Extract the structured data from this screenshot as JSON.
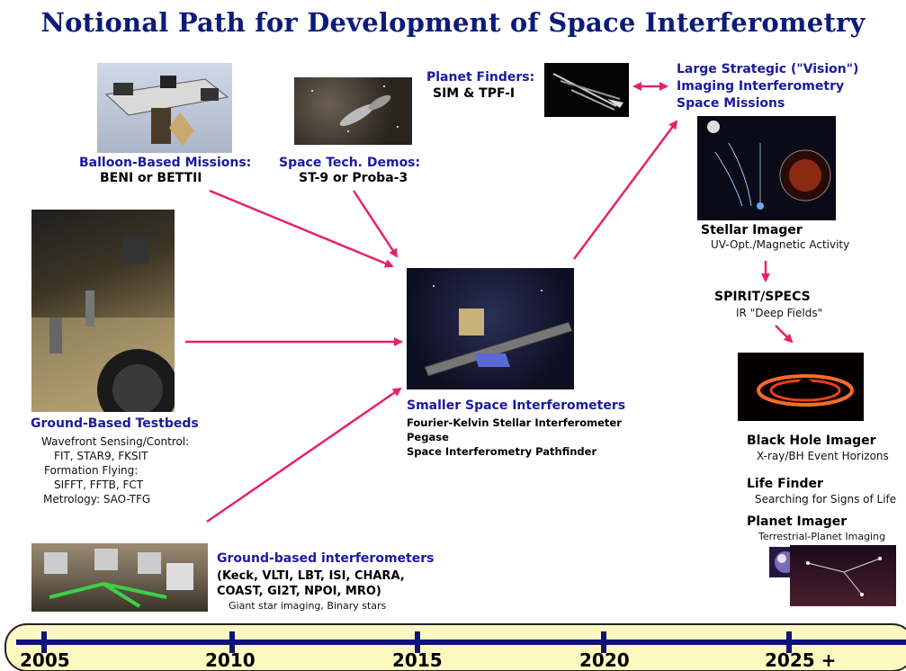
{
  "title": "Notional Path for Development of Space Interferometry",
  "balloon": {
    "heading": "Balloon-Based Missions:",
    "sub": "BENI or BETTII"
  },
  "space_tech": {
    "heading": "Space Tech. Demos:",
    "sub": "ST-9 or Proba-3"
  },
  "planet_finders": {
    "heading": "Planet Finders:",
    "sub": "SIM & TPF-I"
  },
  "vision": {
    "line1": "Large Strategic (\"Vision\")",
    "line2": "Imaging Interferometry",
    "line3": "Space Missions"
  },
  "stellar_imager": {
    "heading": "Stellar Imager",
    "sub": "UV-Opt./Magnetic Activity"
  },
  "spirit": {
    "heading": "SPIRIT/SPECS",
    "sub": "IR \"Deep Fields\""
  },
  "black_hole": {
    "heading": "Black Hole Imager",
    "sub": "X-ray/BH Event Horizons"
  },
  "life_finder": {
    "heading": "Life Finder",
    "sub": "Searching for Signs of Life"
  },
  "planet_imager": {
    "heading": "Planet Imager",
    "sub": "Terrestrial-Planet Imaging"
  },
  "ground_testbeds": {
    "heading": "Ground-Based Testbeds",
    "lines": [
      "Wavefront Sensing/Control:",
      "FIT, STAR9, FKSIT",
      "Formation Flying:",
      "SIFFT, FFTB, FCT",
      "Metrology:  SAO-TFG"
    ]
  },
  "smaller": {
    "heading": "Smaller Space Interferometers",
    "lines": [
      "Fourier-Kelvin Stellar Interferometer",
      "Pegase",
      "Space Interferometry Pathfinder"
    ]
  },
  "ground_interf": {
    "heading": "Ground-based interferometers",
    "line1": "(Keck, VLTI, LBT, ISI, CHARA,",
    "line2": "COAST, GI2T, NPOI, MRO)",
    "line3": "Giant star imaging, Binary stars"
  },
  "timeline": {
    "years": [
      "2005",
      "2010",
      "2015",
      "2020",
      "2025 +"
    ]
  },
  "colors": {
    "title": "#0c1b7a",
    "heading_blue": "#1a1a9e",
    "arrow": "#e8206c",
    "timeline_fill": "#fdf8c0",
    "timeline_line": "#12127a"
  }
}
